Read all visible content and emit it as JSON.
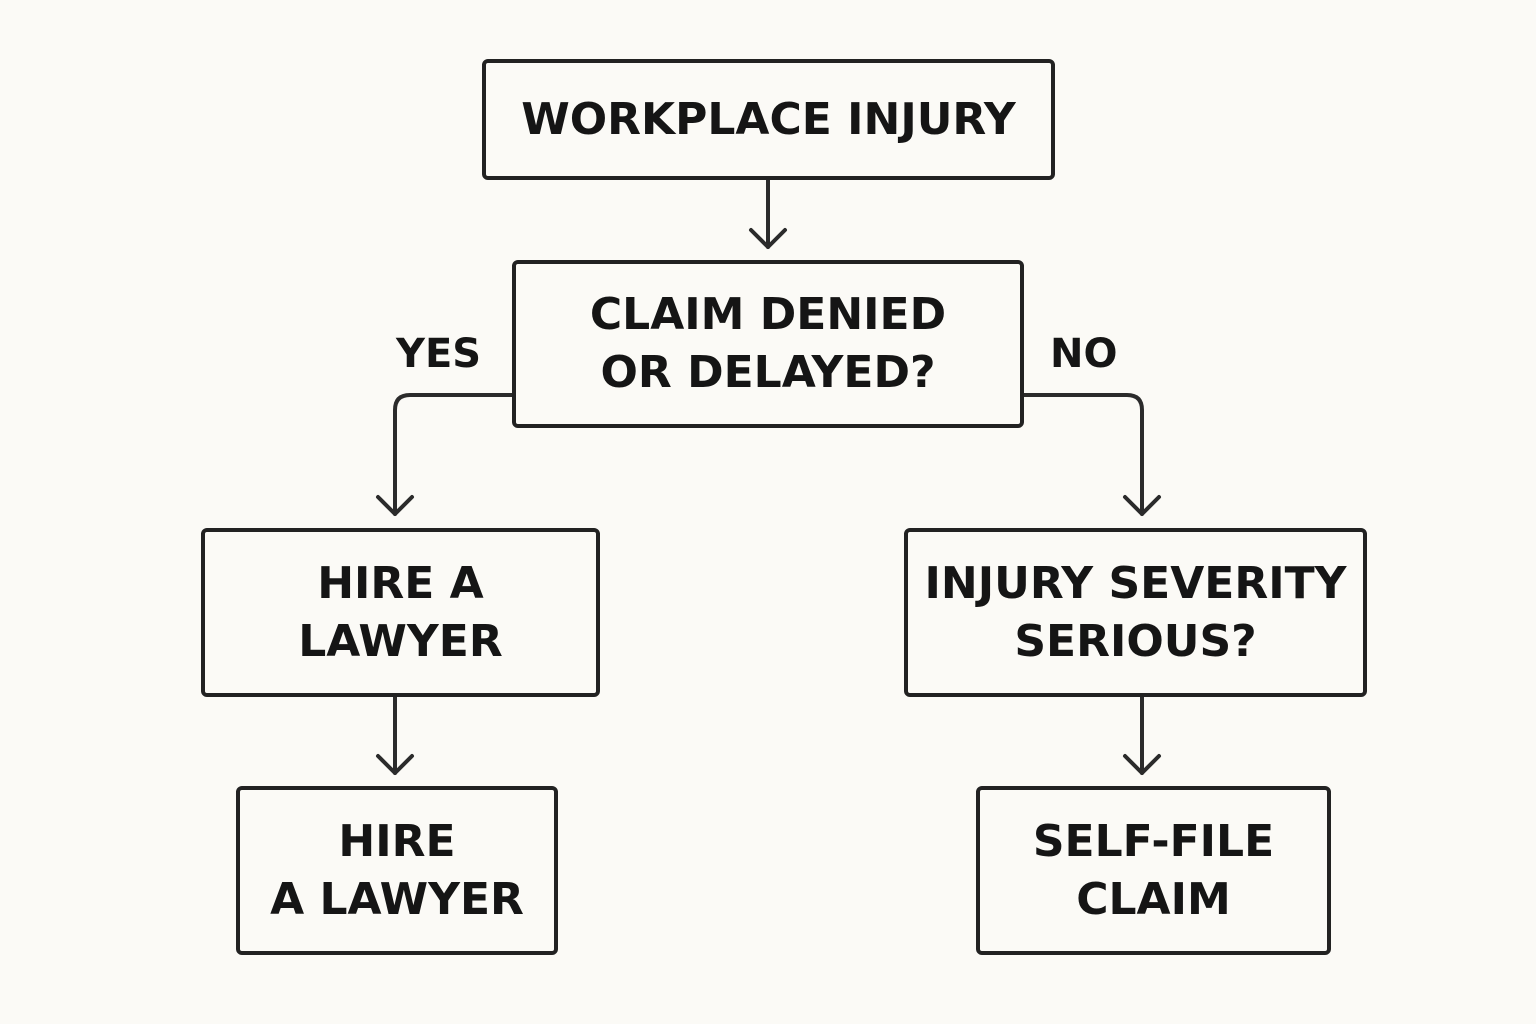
{
  "nodes": {
    "workplace_injury": {
      "lines": [
        "WORKPLACE INJURY"
      ]
    },
    "claim_denied": {
      "lines": [
        "CLAIM DENIED",
        "OR DELAYED?"
      ]
    },
    "hire_lawyer_1": {
      "lines": [
        "HIRE A",
        "LAWYER"
      ]
    },
    "injury_severity": {
      "lines": [
        "INJURY SEVERITY",
        "SERIOUS?"
      ]
    },
    "hire_lawyer_2": {
      "lines": [
        "HIRE",
        "A LAWYER"
      ]
    },
    "self_file": {
      "lines": [
        "SELF-FILE",
        "CLAIM"
      ]
    }
  },
  "branches": {
    "yes": "YES",
    "no": "NO"
  },
  "colors": {
    "background": "#fbfaf6",
    "stroke": "#222222",
    "text": "#151515"
  }
}
